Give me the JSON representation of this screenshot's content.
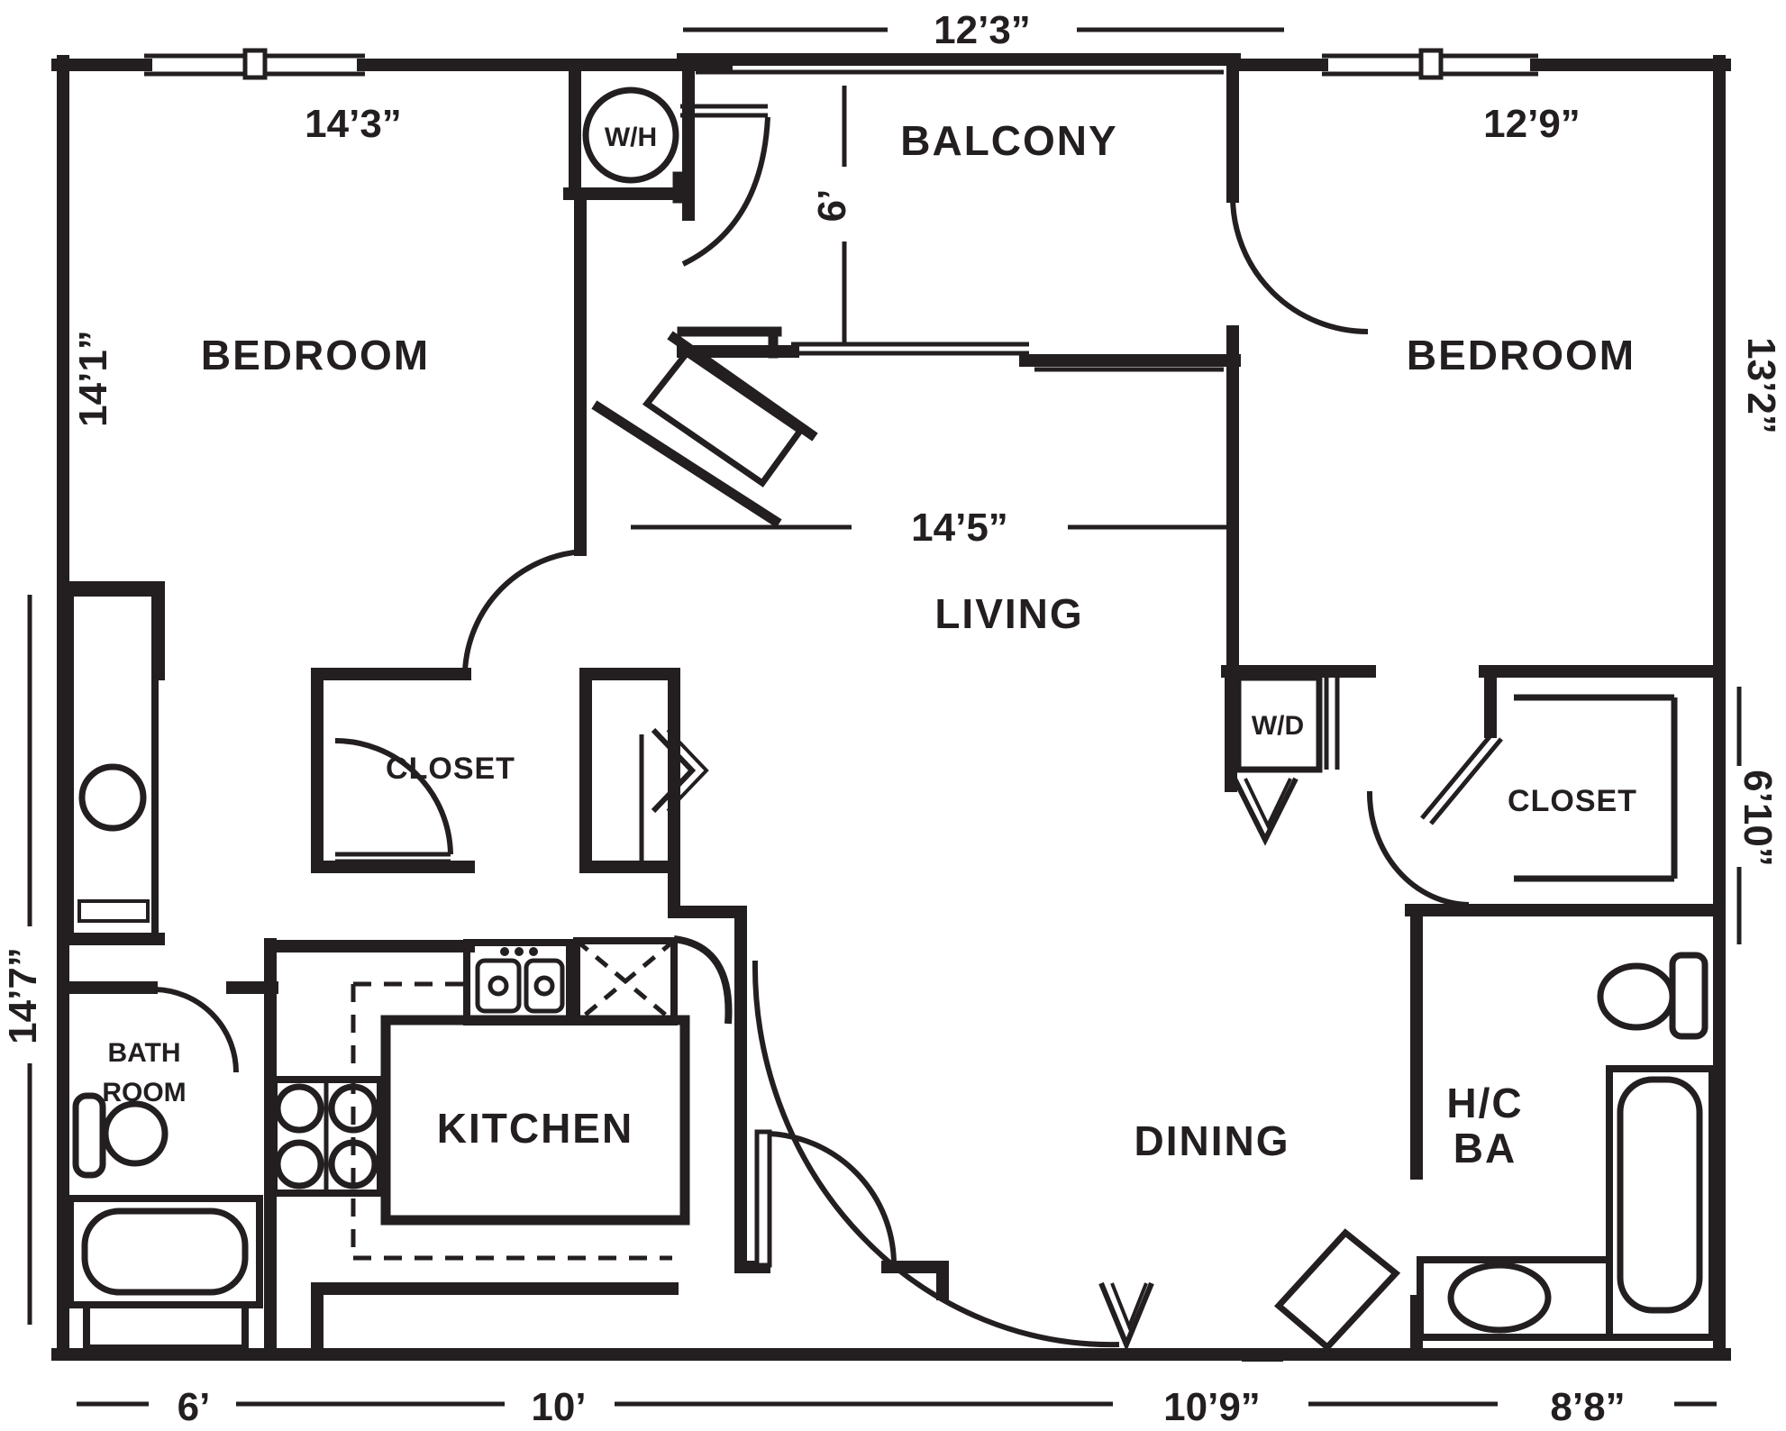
{
  "colors": {
    "line": "#231f20",
    "background": "#ffffff"
  },
  "labels": {
    "bedroom_left": "BEDROOM",
    "bedroom_right": "BEDROOM",
    "balcony": "BALCONY",
    "living": "LIVING",
    "dining": "DINING",
    "kitchen": "KITCHEN",
    "closet_left": "CLOSET",
    "closet_right": "CLOSET",
    "bath_line1": "BATH",
    "bath_line2": "ROOM",
    "hcba_line1": "H/C",
    "hcba_line2": "BA",
    "water_heater": "W/H",
    "washer_dryer": "W/D"
  },
  "dimensions": {
    "balcony_width": "12’3”",
    "bedroom_left_width": "14’3”",
    "bedroom_right_width": "12’9”",
    "bedroom_left_depth": "14’1”",
    "bedroom_right_depth": "13’2”",
    "balcony_depth": "6’",
    "living_width": "14’5”",
    "left_side_height": "14’7”",
    "closet_right_depth": "6’10”",
    "bath_width": "6’",
    "kitchen_width": "10’",
    "dining_width": "10’9”",
    "hcba_width": "8’8”"
  }
}
